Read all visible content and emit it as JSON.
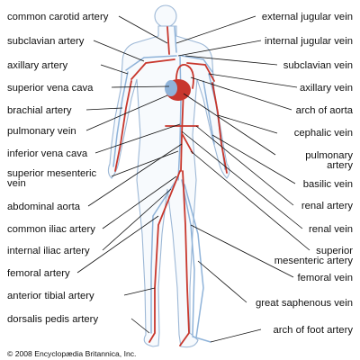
{
  "labels_left": [
    {
      "id": "common-carotid-artery",
      "lines": [
        "common carotid artery"
      ]
    },
    {
      "id": "subclavian-artery",
      "lines": [
        "subclavian artery"
      ]
    },
    {
      "id": "axillary-artery",
      "lines": [
        "axillary artery"
      ]
    },
    {
      "id": "superior-vena-cava",
      "lines": [
        "superior vena cava"
      ]
    },
    {
      "id": "brachial-artery",
      "lines": [
        "brachial artery"
      ]
    },
    {
      "id": "pulmonary-vein",
      "lines": [
        "pulmonary vein"
      ]
    },
    {
      "id": "inferior-vena-cava",
      "lines": [
        "inferior vena cava"
      ]
    },
    {
      "id": "superior-mesenteric-vein",
      "lines": [
        "superior mesenteric",
        "vein"
      ]
    },
    {
      "id": "abdominal-aorta",
      "lines": [
        "abdominal aorta"
      ]
    },
    {
      "id": "common-iliac-artery",
      "lines": [
        "common iliac artery"
      ]
    },
    {
      "id": "internal-iliac-artery",
      "lines": [
        "internal iliac artery"
      ]
    },
    {
      "id": "femoral-artery",
      "lines": [
        "femoral artery"
      ]
    },
    {
      "id": "anterior-tibial-artery",
      "lines": [
        "anterior tibial artery"
      ]
    },
    {
      "id": "dorsalis-pedis-artery",
      "lines": [
        "dorsalis pedis artery"
      ]
    }
  ],
  "labels_right": [
    {
      "id": "external-jugular-vein",
      "lines": [
        "external jugular vein"
      ]
    },
    {
      "id": "internal-jugular-vein",
      "lines": [
        "internal jugular vein"
      ]
    },
    {
      "id": "subclavian-vein",
      "lines": [
        "subclavian vein"
      ]
    },
    {
      "id": "axillary-vein",
      "lines": [
        "axillary vein"
      ]
    },
    {
      "id": "arch-of-aorta",
      "lines": [
        "arch of aorta"
      ]
    },
    {
      "id": "cephalic-vein",
      "lines": [
        "cephalic vein"
      ]
    },
    {
      "id": "pulmonary-artery",
      "lines": [
        "pulmonary",
        "artery"
      ]
    },
    {
      "id": "basilic-vein",
      "lines": [
        "basilic vein"
      ]
    },
    {
      "id": "renal-artery",
      "lines": [
        "renal artery"
      ]
    },
    {
      "id": "renal-vein",
      "lines": [
        "renal vein"
      ]
    },
    {
      "id": "superior-mesenteric-artery",
      "lines": [
        "superior",
        "mesenteric artery"
      ]
    },
    {
      "id": "femoral-vein",
      "lines": [
        "femoral vein"
      ]
    },
    {
      "id": "great-saphenous-vein",
      "lines": [
        "great saphenous vein"
      ]
    },
    {
      "id": "arch-of-foot-artery",
      "lines": [
        "arch of foot artery"
      ]
    }
  ],
  "copyright": "© 2008 Encyclopædia Britannica, Inc.",
  "colors": {
    "artery": "#c8372d",
    "vein": "#8fb3d9",
    "outline": "#9db8d6",
    "text": "#111111"
  }
}
